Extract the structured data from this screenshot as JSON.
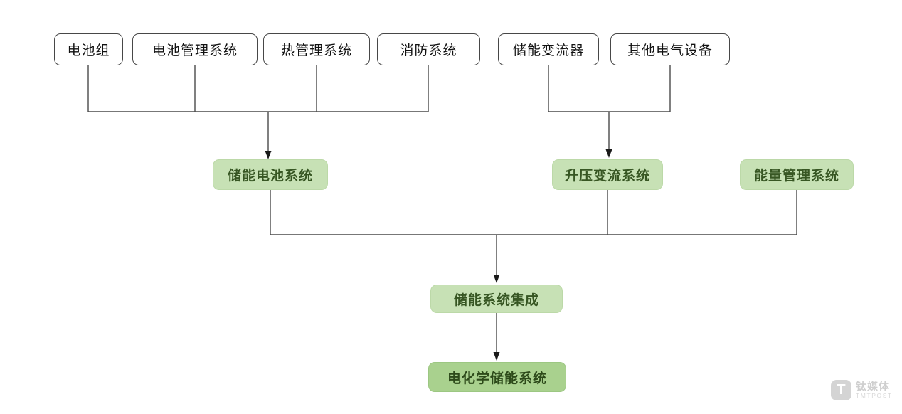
{
  "page": {
    "background_color": "#ffffff",
    "description": "Electrochemical energy storage system composition flowchart"
  },
  "colors": {
    "tier1_border": "#474747",
    "tier1_fill": "#ffffff",
    "tier2_fill": "#c7e1b5",
    "tier4_fill": "#a9d18e",
    "green_text": "#375623",
    "line": "#4a4a4a",
    "arrowhead": "#1a1a1a",
    "watermark_gray": "#d4d4d4"
  },
  "diagram": {
    "tier1": [
      {
        "label": "电池组"
      },
      {
        "label": "电池管理系统"
      },
      {
        "label": "热管理系统"
      },
      {
        "label": "消防系统"
      },
      {
        "label": "储能变流器"
      },
      {
        "label": "其他电气设备"
      }
    ],
    "tier2": [
      {
        "label": "储能电池系统"
      },
      {
        "label": "升压变流系统"
      },
      {
        "label": "能量管理系统"
      }
    ],
    "tier3": {
      "label": "储能系统集成"
    },
    "tier4": {
      "label": "电化学储能系统"
    }
  },
  "watermark": {
    "logo_glyph": "T",
    "brand_cn": "钛媒体",
    "brand_en": "TMTPOST"
  }
}
